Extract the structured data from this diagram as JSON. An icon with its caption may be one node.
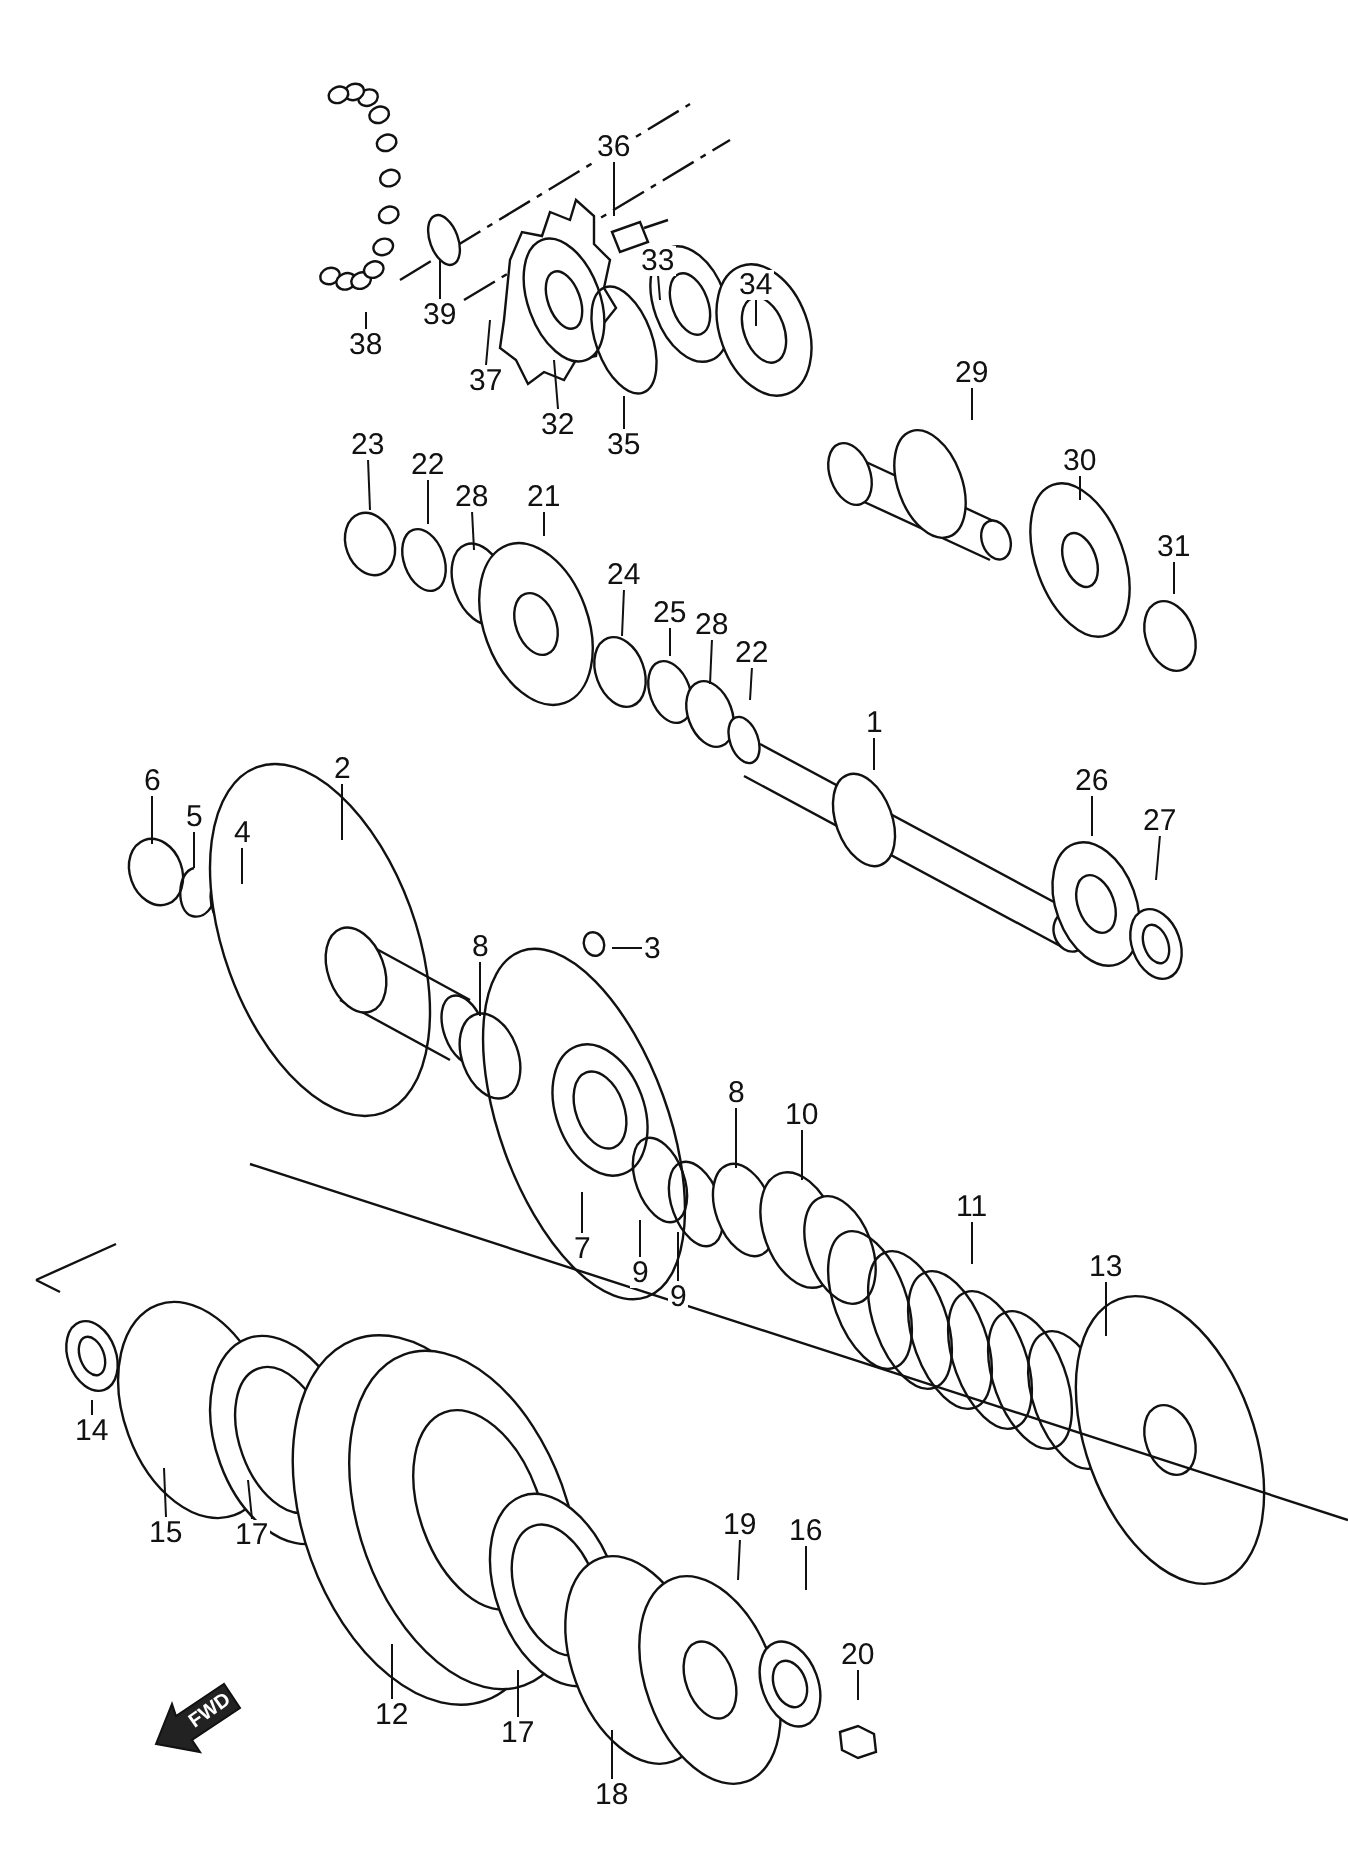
{
  "diagram": {
    "nodes": [
      {
        "text": [
          "36"
        ]
      },
      {
        "text": [
          "33"
        ]
      },
      {
        "text": [
          "34"
        ]
      },
      {
        "text": [
          "38"
        ]
      },
      {
        "text": [
          "39"
        ]
      },
      {
        "text": [
          "37"
        ]
      },
      {
        "text": [
          "32"
        ]
      },
      {
        "text": [
          "35"
        ]
      },
      {
        "text": [
          "29"
        ]
      },
      {
        "text": [
          "23"
        ]
      },
      {
        "text": [
          "22"
        ]
      },
      {
        "text": [
          "28"
        ]
      },
      {
        "text": [
          "21"
        ]
      },
      {
        "text": [
          "30"
        ]
      },
      {
        "text": [
          "31"
        ]
      },
      {
        "text": [
          "24"
        ]
      },
      {
        "text": [
          "25"
        ]
      },
      {
        "text": [
          "28"
        ]
      },
      {
        "text": [
          "22"
        ]
      },
      {
        "text": [
          "1"
        ]
      },
      {
        "text": [
          "2"
        ]
      },
      {
        "text": [
          "6"
        ]
      },
      {
        "text": [
          "5"
        ]
      },
      {
        "text": [
          "4"
        ]
      },
      {
        "text": [
          "26"
        ]
      },
      {
        "text": [
          "27"
        ]
      },
      {
        "text": [
          "8"
        ]
      },
      {
        "text": [
          "3"
        ]
      },
      {
        "text": [
          "8"
        ]
      },
      {
        "text": [
          "10"
        ]
      },
      {
        "text": [
          "11"
        ]
      },
      {
        "text": [
          "13"
        ]
      },
      {
        "text": [
          "7"
        ]
      },
      {
        "text": [
          "9"
        ]
      },
      {
        "text": [
          "9"
        ]
      },
      {
        "text": [
          "14"
        ]
      },
      {
        "text": [
          "15"
        ]
      },
      {
        "text": [
          "17"
        ]
      },
      {
        "text": [
          "19"
        ]
      },
      {
        "text": [
          "16"
        ]
      },
      {
        "text": [
          "20"
        ]
      },
      {
        "text": [
          "12"
        ]
      },
      {
        "text": [
          "17"
        ]
      },
      {
        "text": [
          "18"
        ]
      }
    ],
    "edges": [
      {
        "from": 0,
        "to": null,
        "arrow": "none"
      },
      {
        "from": 1,
        "to": null,
        "arrow": "none"
      },
      {
        "from": 2,
        "to": null,
        "arrow": "none"
      },
      {
        "from": 3,
        "to": null,
        "arrow": "none"
      },
      {
        "from": 4,
        "to": null,
        "arrow": "none"
      },
      {
        "from": 5,
        "to": null,
        "arrow": "none"
      },
      {
        "from": 6,
        "to": null,
        "arrow": "none"
      },
      {
        "from": 7,
        "to": null,
        "arrow": "none"
      },
      {
        "from": 8,
        "to": null,
        "arrow": "none"
      },
      {
        "from": 9,
        "to": null,
        "arrow": "none"
      },
      {
        "from": 10,
        "to": null,
        "arrow": "none"
      },
      {
        "from": 11,
        "to": null,
        "arrow": "none"
      },
      {
        "from": 12,
        "to": null,
        "arrow": "none"
      },
      {
        "from": 13,
        "to": null,
        "arrow": "none"
      },
      {
        "from": 14,
        "to": null,
        "arrow": "none"
      },
      {
        "from": 15,
        "to": null,
        "arrow": "none"
      },
      {
        "from": 16,
        "to": null,
        "arrow": "none"
      },
      {
        "from": 17,
        "to": null,
        "arrow": "none"
      },
      {
        "from": 18,
        "to": null,
        "arrow": "none"
      },
      {
        "from": 19,
        "to": null,
        "arrow": "none"
      },
      {
        "from": 20,
        "to": null,
        "arrow": "none"
      },
      {
        "from": 21,
        "to": null,
        "arrow": "none"
      },
      {
        "from": 22,
        "to": null,
        "arrow": "none"
      },
      {
        "from": 23,
        "to": null,
        "arrow": "none"
      },
      {
        "from": 24,
        "to": null,
        "arrow": "none"
      },
      {
        "from": 25,
        "to": null,
        "arrow": "none"
      },
      {
        "from": 26,
        "to": null,
        "arrow": "none"
      },
      {
        "from": 27,
        "to": null,
        "arrow": "none"
      },
      {
        "from": 28,
        "to": null,
        "arrow": "none"
      },
      {
        "from": 29,
        "to": null,
        "arrow": "none"
      },
      {
        "from": 30,
        "to": null,
        "arrow": "none"
      },
      {
        "from": 31,
        "to": null,
        "arrow": "none"
      },
      {
        "from": 32,
        "to": null,
        "arrow": "none"
      },
      {
        "from": 33,
        "to": null,
        "arrow": "none"
      },
      {
        "from": 34,
        "to": null,
        "arrow": "none"
      },
      {
        "from": 35,
        "to": null,
        "arrow": "none"
      },
      {
        "from": 36,
        "to": null,
        "arrow": "none"
      },
      {
        "from": 37,
        "to": null,
        "arrow": "none"
      },
      {
        "from": 38,
        "to": null,
        "arrow": "none"
      },
      {
        "from": 39,
        "to": null,
        "arrow": "none"
      },
      {
        "from": 40,
        "to": null,
        "arrow": "none"
      },
      {
        "from": 41,
        "to": null,
        "arrow": "none"
      },
      {
        "from": 42,
        "to": null,
        "arrow": "none"
      },
      {
        "from": 43,
        "to": null,
        "arrow": "none"
      }
    ],
    "labels": [
      "FWD"
    ]
  }
}
